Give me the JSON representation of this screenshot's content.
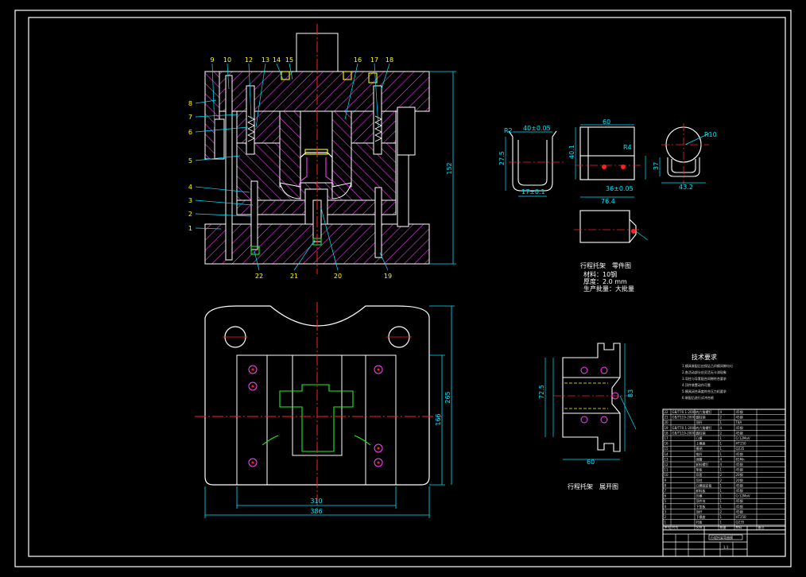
{
  "colors": {
    "background": "#000000",
    "frame": "#ffffff",
    "outline": "#ffffff",
    "hatch": "#ff44ff",
    "center_line": "#ff2222",
    "dimension": "#00e5ff",
    "leader": "#00e5ff",
    "hidden": "#ffff00",
    "green_part": "#22ee22",
    "balloon_text": "#ffff00"
  },
  "assembly": {
    "balloons_top": [
      "9",
      "10",
      "12",
      "13",
      "14",
      "15",
      "16",
      "17",
      "18"
    ],
    "balloons_left": [
      "8",
      "7",
      "6",
      "5",
      "4",
      "3",
      "2",
      "1"
    ],
    "balloons_bottom": [
      "22",
      "21",
      "20",
      "19"
    ],
    "dims": {
      "height": "152"
    }
  },
  "plan_view": {
    "dims": {
      "inner_width": "310",
      "outer_width": "386",
      "height_a": "166",
      "height_b": "265"
    }
  },
  "part_drawing": {
    "title": "行程托架　零件图",
    "notes": [
      "材料：10钢",
      "厚度：2.0 mm",
      "生产批量：大批量"
    ],
    "dims": {
      "d1": "R2",
      "d2": "40±0.05",
      "d3": "27.5",
      "d4": "17±0.1",
      "d5": "60",
      "d6": "40.1",
      "d7": "36±0.05",
      "d8": "R4",
      "d9": "76.4",
      "d10": "R10",
      "d11": "37",
      "d12": "43.2"
    }
  },
  "blank_drawing": {
    "title": "行程托架　展开图",
    "dims": {
      "w": "60",
      "h": "72.5",
      "h2": "83"
    }
  },
  "tech_requirements": {
    "heading": "技术要求",
    "lines": [
      "1.模具装配后应保证凸凹模间隙均匀",
      "2.各活动部分应灵活无卡滞现象",
      "3.导柱与导套配合间隙符合要求",
      "4.顶件装置动作可靠",
      "5.模具闭合高度符合压力机要求",
      "6.装配后进行试冲合格"
    ]
  },
  "bom": {
    "rows": [
      [
        "22",
        "GB/T70.1-2000",
        "内六角螺钉",
        "4",
        "45钢",
        ""
      ],
      [
        "21",
        "GB/T119-2000",
        "圆柱销",
        "2",
        "45钢",
        ""
      ],
      [
        "20",
        "",
        "顶杆",
        "1",
        "T8A",
        ""
      ],
      [
        "19",
        "GB/T70.1-2000",
        "内六角螺钉",
        "4",
        "45钢",
        ""
      ],
      [
        "18",
        "GB/T119-2000",
        "圆柱销",
        "2",
        "45钢",
        ""
      ],
      [
        "17",
        "",
        "凸模",
        "1",
        "Cr12MoV",
        ""
      ],
      [
        "16",
        "",
        "上模座",
        "1",
        "HT250",
        ""
      ],
      [
        "15",
        "",
        "模柄",
        "1",
        "Q235",
        ""
      ],
      [
        "14",
        "",
        "推杆",
        "1",
        "45钢",
        ""
      ],
      [
        "13",
        "",
        "弹簧",
        "4",
        "65Mn",
        ""
      ],
      [
        "12",
        "",
        "卸料螺钉",
        "4",
        "45钢",
        ""
      ],
      [
        "11",
        "",
        "垫板",
        "1",
        "45钢",
        ""
      ],
      [
        "10",
        "",
        "导套",
        "2",
        "20钢",
        ""
      ],
      [
        "9",
        "",
        "导柱",
        "2",
        "20钢",
        ""
      ],
      [
        "8",
        "",
        "凸模固定板",
        "1",
        "45钢",
        ""
      ],
      [
        "7",
        "",
        "卸料板",
        "1",
        "45钢",
        ""
      ],
      [
        "6",
        "",
        "凹模",
        "1",
        "Cr12MoV",
        ""
      ],
      [
        "5",
        "",
        "顶件块",
        "1",
        "45钢",
        ""
      ],
      [
        "4",
        "",
        "下垫板",
        "1",
        "45钢",
        ""
      ],
      [
        "3",
        "",
        "顶杆",
        "2",
        "45钢",
        ""
      ],
      [
        "2",
        "",
        "下模座",
        "1",
        "HT250",
        ""
      ],
      [
        "1",
        "",
        "托板",
        "1",
        "Q235",
        ""
      ]
    ],
    "header": [
      "序号",
      "代号",
      "名称",
      "数量",
      "材料",
      "备注"
    ]
  },
  "title_block": {
    "drawing_name": "行程托架弯曲模",
    "scale": "1:1"
  }
}
